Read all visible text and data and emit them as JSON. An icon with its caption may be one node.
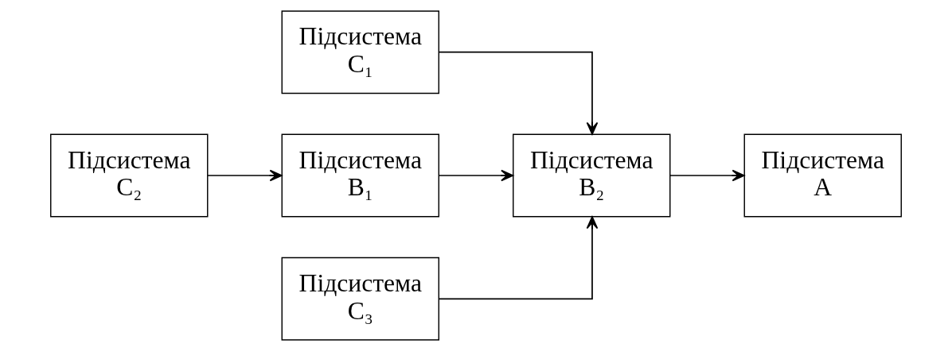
{
  "diagram": {
    "nodes": [
      {
        "text": [
          "Підсистема С₁"
        ]
      },
      {
        "text": [
          "Підсистема С₂"
        ]
      },
      {
        "text": [
          "Підсистема В₁"
        ]
      },
      {
        "text": [
          "Підсистема В₂"
        ]
      },
      {
        "text": [
          "Підсистема А"
        ]
      },
      {
        "text": [
          "Підсистема С₃"
        ]
      }
    ],
    "edges": [
      {
        "from": 0,
        "to": 3,
        "arrow": "to"
      },
      {
        "from": 1,
        "to": 2,
        "arrow": "to"
      },
      {
        "from": 2,
        "to": 3,
        "arrow": "to"
      },
      {
        "from": 3,
        "to": 4,
        "arrow": "to"
      },
      {
        "from": 5,
        "to": 3,
        "arrow": "to"
      }
    ]
  }
}
